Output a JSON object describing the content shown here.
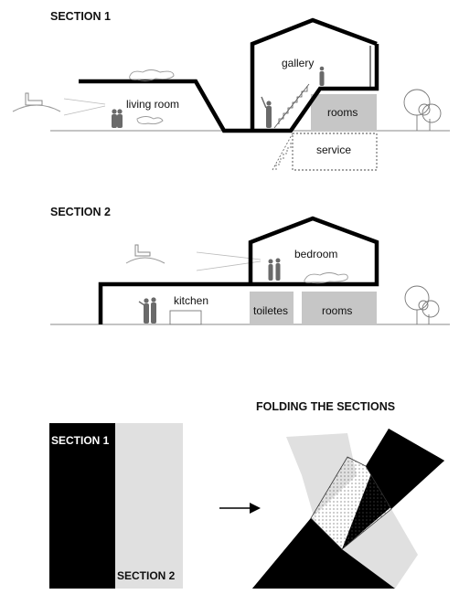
{
  "section1": {
    "title": "SECTION 1",
    "labels": {
      "gallery": "gallery",
      "living_room": "living room",
      "rooms": "rooms",
      "service": "service"
    }
  },
  "section2": {
    "title": "SECTION 2",
    "labels": {
      "bedroom": "bedroom",
      "kitchen": "kitchen",
      "toilets": "toiletes",
      "rooms": "rooms"
    }
  },
  "folding": {
    "title": "FOLDING THE SECTIONS",
    "legend": {
      "section1": "SECTION 1",
      "section2": "SECTION 2"
    },
    "colors": {
      "black": "#000000",
      "light_gray": "#e0e0e0",
      "room_gray": "#c4c4c4"
    }
  }
}
